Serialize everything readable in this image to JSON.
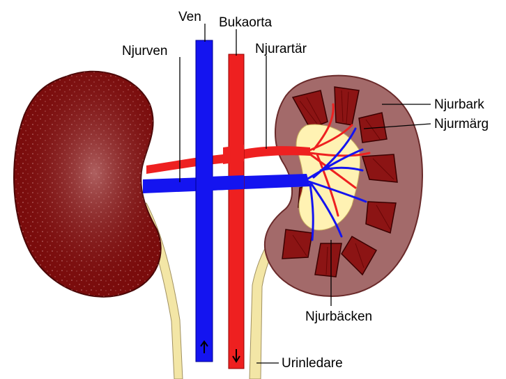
{
  "labels": {
    "ven": "Ven",
    "bukaorta": "Bukaorta",
    "njurven": "Njurven",
    "njurartar": "Njurartär",
    "njurbark": "Njurbark",
    "njurmarg": "Njurmärg",
    "njurbacken": "Njurbäcken",
    "urinledare": "Urinledare"
  },
  "colors": {
    "vein": "#1414f0",
    "artery": "#ee2020",
    "kidney": "#7a0c0c",
    "cortex": "#a36a6a",
    "medulla": "#8c1414",
    "pelvis": "#fff2b3",
    "ureter": "#f3e6a6"
  }
}
